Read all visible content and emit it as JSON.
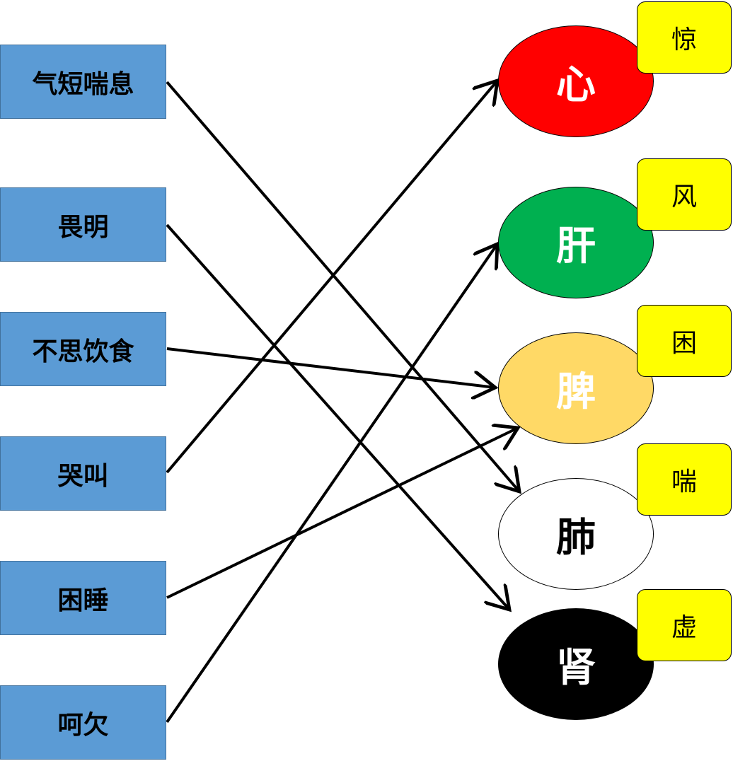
{
  "symptoms": [
    {
      "label": "气短喘息",
      "color": "#5b9bd5"
    },
    {
      "label": "畏明",
      "color": "#5b9bd5"
    },
    {
      "label": "不思饮食",
      "color": "#5b9bd5"
    },
    {
      "label": "哭叫",
      "color": "#5b9bd5"
    },
    {
      "label": "困睡",
      "color": "#5b9bd5"
    },
    {
      "label": "呵欠",
      "color": "#5b9bd5"
    }
  ],
  "organs": [
    {
      "label": "心",
      "fill": "#ff0000",
      "text_color": "#ffffff"
    },
    {
      "label": "肝",
      "fill": "#00b050",
      "text_color": "#ffffff"
    },
    {
      "label": "脾",
      "fill": "#ffd966",
      "text_color": "#ffffff"
    },
    {
      "label": "肺",
      "fill": "#ffffff",
      "text_color": "#000000"
    },
    {
      "label": "肾",
      "fill": "#000000",
      "text_color": "#ffffff"
    }
  ],
  "tags": [
    {
      "label": "惊",
      "color": "#ffff00"
    },
    {
      "label": "风",
      "color": "#ffff00"
    },
    {
      "label": "困",
      "color": "#ffff00"
    },
    {
      "label": "喘",
      "color": "#ffff00"
    },
    {
      "label": "虚",
      "color": "#ffff00"
    }
  ],
  "connections": [
    {
      "from": "气短喘息",
      "to": "肺"
    },
    {
      "from": "畏明",
      "to": "肾"
    },
    {
      "from": "不思饮食",
      "to": "脾"
    },
    {
      "from": "哭叫",
      "to": "心"
    },
    {
      "from": "困睡",
      "to": "脾"
    },
    {
      "from": "呵欠",
      "to": "肝"
    }
  ],
  "arrow_color": "#000000"
}
